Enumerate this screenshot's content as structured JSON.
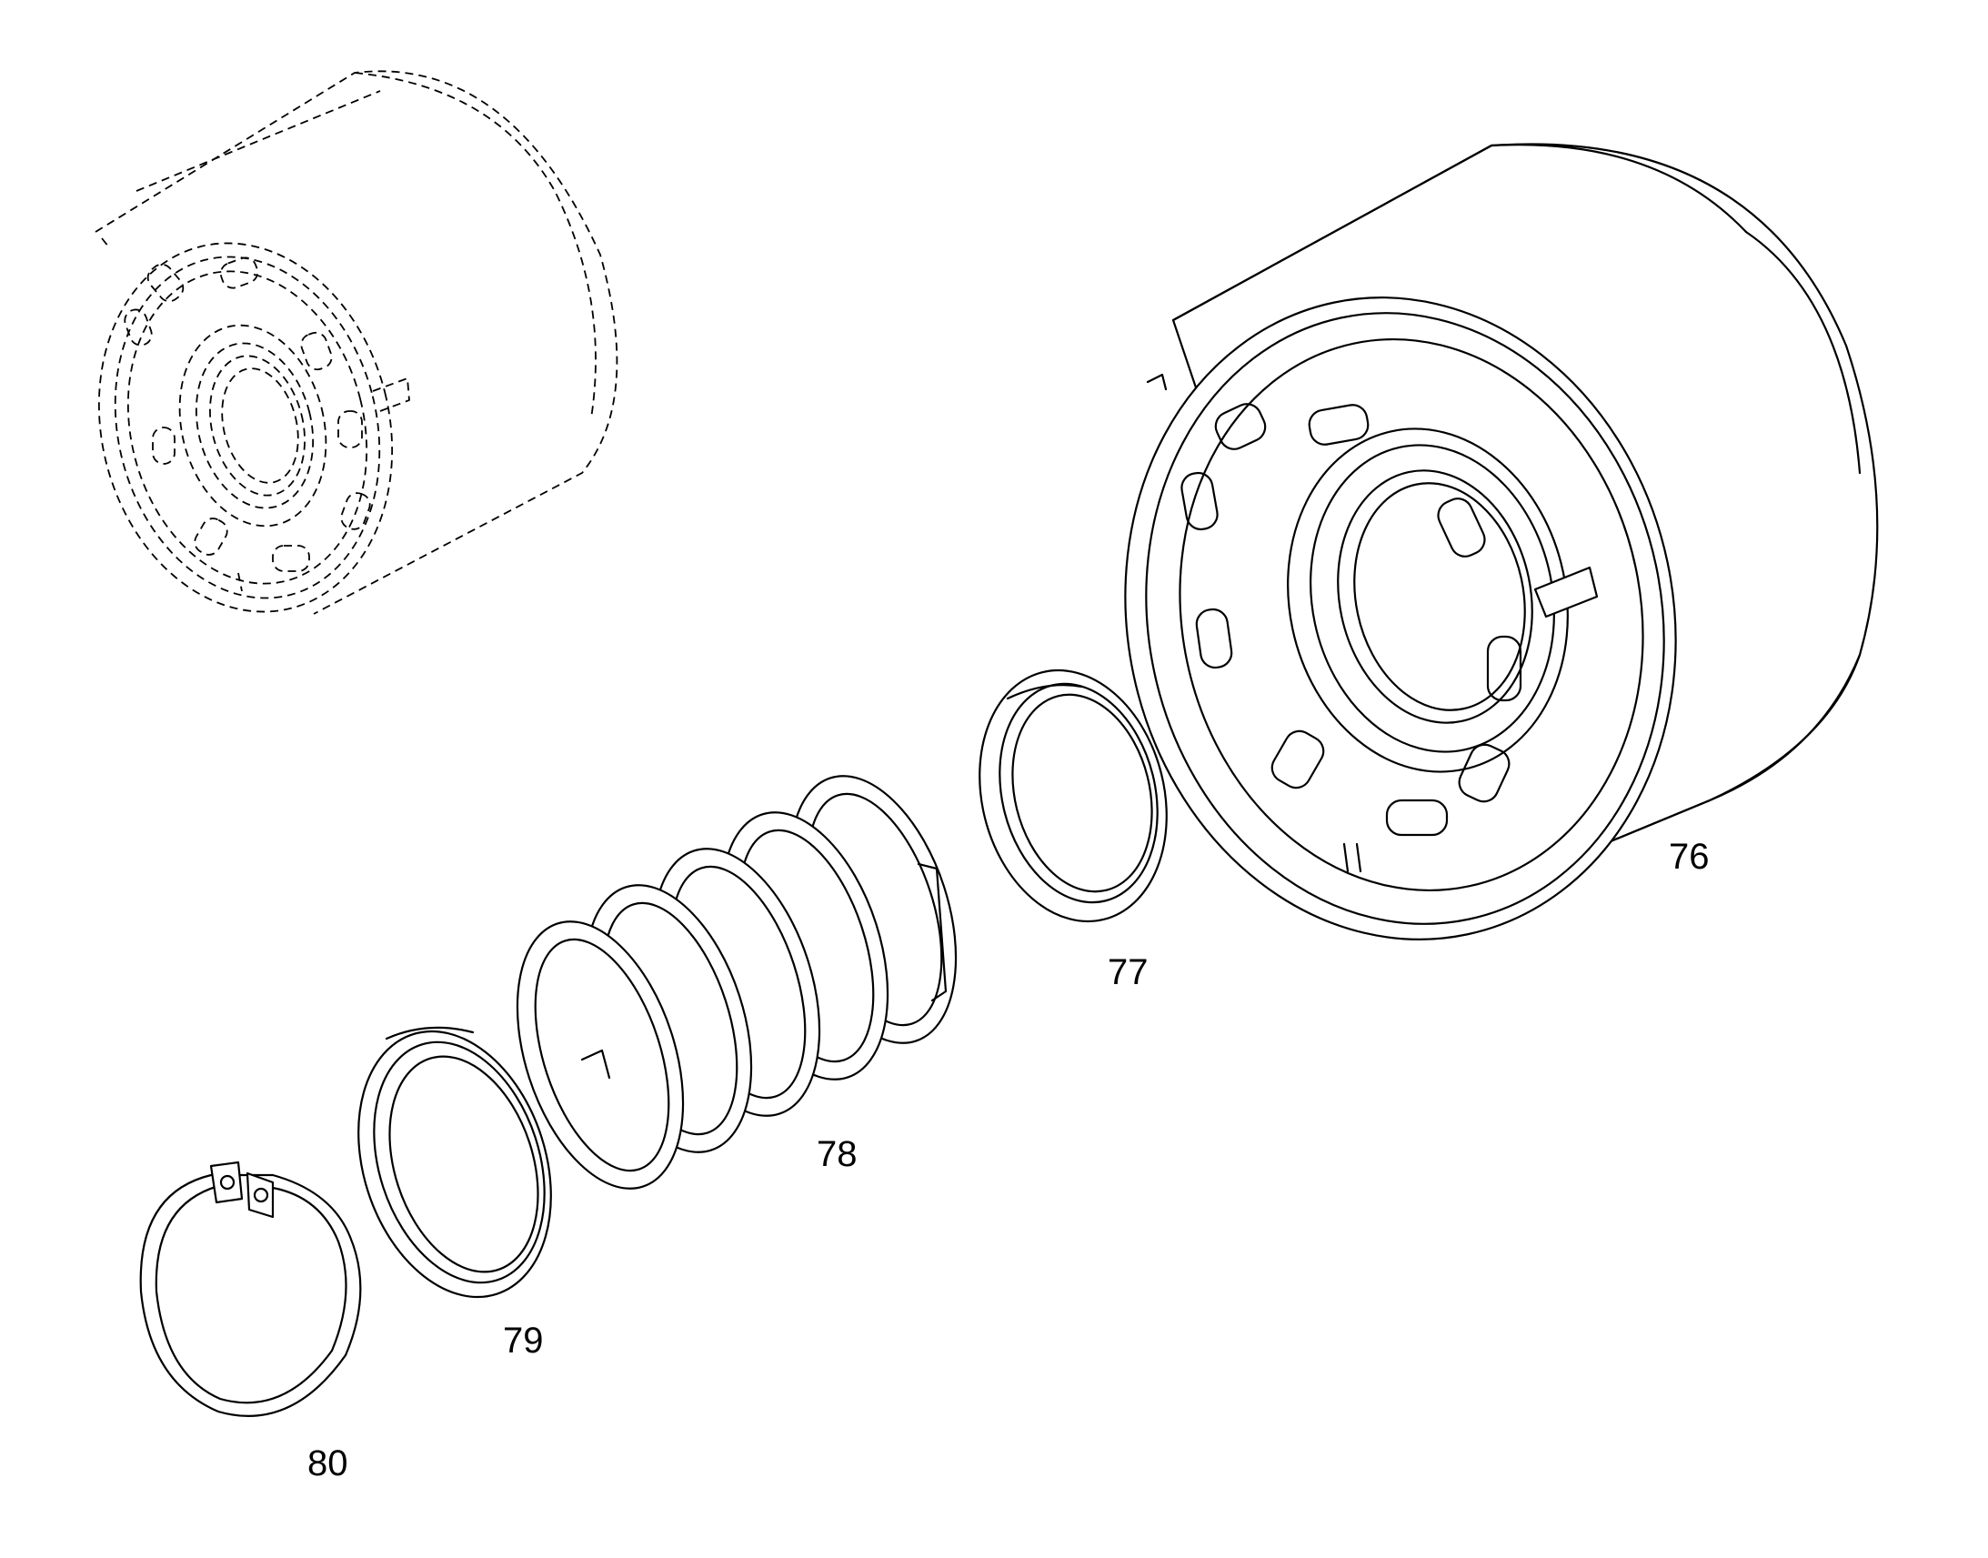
{
  "diagram": {
    "callouts": {
      "c76": "76",
      "c77": "77",
      "c78": "78",
      "c79": "79",
      "c80": "80"
    }
  }
}
